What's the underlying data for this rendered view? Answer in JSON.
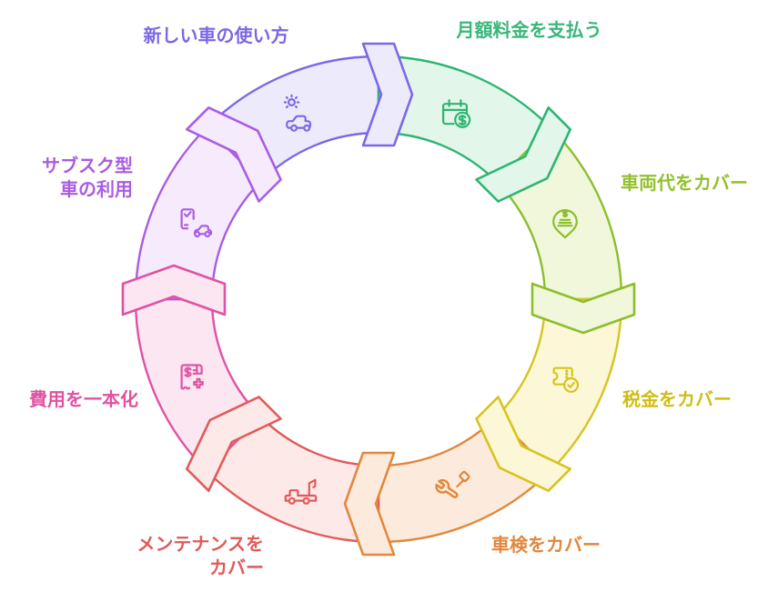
{
  "diagram": {
    "type": "cycle-diagram",
    "flow_direction": "clockwise",
    "segments": [
      {
        "id": "new-car-usage",
        "label": "新しい車の使い方",
        "lines": [
          "新しい車の使い方"
        ],
        "icon": "car-sun-icon",
        "stroke": "#7b68e6",
        "fill": "#eceafb",
        "label_color": "#7b68e6"
      },
      {
        "id": "pay-monthly-fee",
        "label": "月額料金を支払う",
        "lines": [
          "月額料金を支払う"
        ],
        "icon": "calendar-dollar-icon",
        "stroke": "#2db572",
        "fill": "#e2f6ea",
        "label_color": "#38b77a"
      },
      {
        "id": "cover-vehicle-cost",
        "label": "車両代をカバー",
        "lines": [
          "車両代をカバー"
        ],
        "icon": "money-pin-icon",
        "stroke": "#8cbe2d",
        "fill": "#f1f7da",
        "label_color": "#93c02c"
      },
      {
        "id": "cover-tax",
        "label": "税金をカバー",
        "lines": [
          "税金をカバー"
        ],
        "icon": "ticket-check-icon",
        "stroke": "#d7c41e",
        "fill": "#fbf7d7",
        "label_color": "#d2bd14"
      },
      {
        "id": "cover-inspection",
        "label": "車検をカバー",
        "lines": [
          "車検をカバー"
        ],
        "icon": "tools-icon",
        "stroke": "#e2873c",
        "fill": "#fcebdc",
        "label_color": "#e2873c"
      },
      {
        "id": "cover-maintenance",
        "label": "メンテナンスをカバー",
        "lines": [
          "メンテナンスを",
          "カバー"
        ],
        "icon": "tow-truck-icon",
        "stroke": "#e15a5a",
        "fill": "#fde9e7",
        "label_color": "#e15a5a"
      },
      {
        "id": "consolidate-costs",
        "label": "費用を一本化",
        "lines": [
          "費用を一本化"
        ],
        "icon": "receipt-plus-icon",
        "stroke": "#e052a2",
        "fill": "#fce6f2",
        "label_color": "#e052a2"
      },
      {
        "id": "subscription-car-use",
        "label": "サブスク型車の利用",
        "lines": [
          "サブスク型",
          "車の利用"
        ],
        "icon": "phone-car-icon",
        "stroke": "#aa5ce2",
        "fill": "#f5ebfc",
        "label_color": "#aa5ce2"
      }
    ]
  }
}
